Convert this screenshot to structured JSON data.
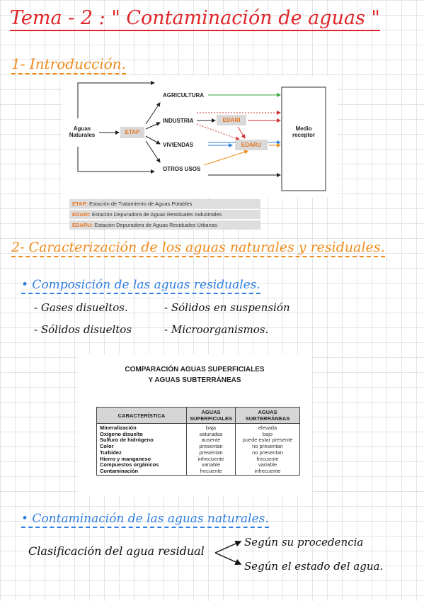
{
  "title": "Tema - 2 : \" Contaminación de aguas \"",
  "section1": "1- Introducción.",
  "diagram": {
    "source": [
      "Aguas",
      "Naturales"
    ],
    "etap": "ETAP",
    "agricultura": "AGRICULTURA",
    "industria": "INDUSTRIA",
    "viviendas": "VIVIENDAS",
    "otros": "OTROS USOS",
    "edari": "EDARI",
    "edaru": "EDARU",
    "receptor": [
      "Medio",
      "receptor"
    ]
  },
  "legend": [
    {
      "abbr": "ETAP:",
      "text": " Estación de Tratamiento de Aguas Potables"
    },
    {
      "abbr": "EDARI:",
      "text": " Estación Depuradora de Aguas Residuales Industriales"
    },
    {
      "abbr": "EDARU:",
      "text": " Estación Depuradora de Aguas Residuales Urbanas"
    }
  ],
  "section2": "2- Caracterización de los aguas naturales y residuales.",
  "composicion": "• Composición de las aguas residuales.",
  "items": [
    "- Gases disueltos.",
    "- Sólidos en suspensión",
    "- Sólidos disueltos",
    "- Microorganismos."
  ],
  "table": {
    "title1": "COMPARACIÓN AGUAS SUPERFICIALES",
    "title2": "Y AGUAS SUBTERRÁNEAS",
    "headers": [
      "CARACTERÍSTICA",
      "AGUAS SUPERFICIALES",
      "AGUAS SUBTERRÁNEAS"
    ],
    "rows": [
      [
        "Mineralización",
        "baja",
        "elevada"
      ],
      [
        "Oxígeno disuelto",
        "saturadas",
        "bajo"
      ],
      [
        "Sulfuro de hidrógeno",
        "ausente",
        "puede estar presente"
      ],
      [
        "Color",
        "presentan",
        "no presentan"
      ],
      [
        "Turbidez",
        "presentan",
        "no presentan"
      ],
      [
        "Hierro y manganeso",
        "infrecuente",
        "frecuente"
      ],
      [
        "Compuestos orgánicos",
        "variable",
        "variable"
      ],
      [
        "Contaminación",
        "frecuente",
        "infrecuente"
      ]
    ]
  },
  "contaminacion": "• Contaminación de las aguas naturales.",
  "clasificacion": "Clasificación del agua residual",
  "branches": [
    "Según su procedencia",
    "Según el estado del agua."
  ]
}
